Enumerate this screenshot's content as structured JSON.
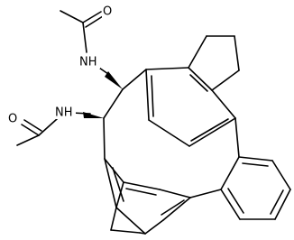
{
  "molecule": {
    "atoms": {
      "o_top": "O",
      "nh_top": "NH",
      "o_left": "O",
      "nh_left": "NH"
    }
  }
}
